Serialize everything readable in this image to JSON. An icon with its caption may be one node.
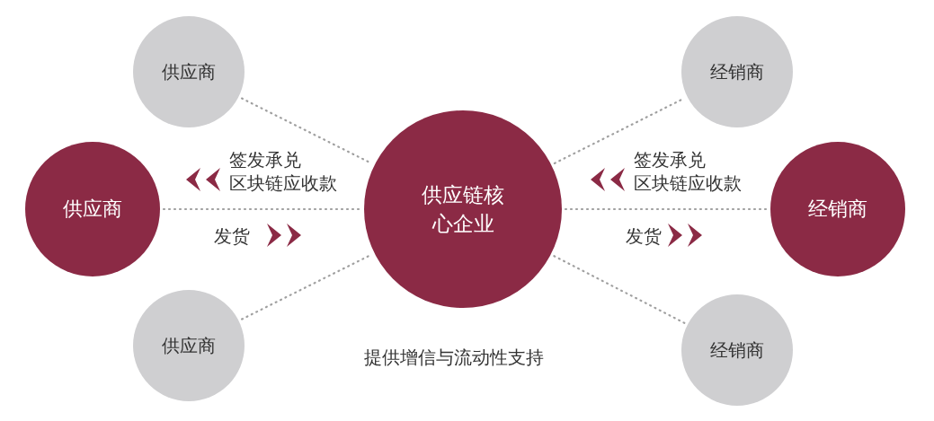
{
  "diagram": {
    "nodes": [
      {
        "text": [
          "供应商"
        ]
      },
      {
        "text": [
          "供应商"
        ]
      },
      {
        "text": [
          "供应商"
        ]
      },
      {
        "text": [
          "供应链核心企业"
        ]
      },
      {
        "text": [
          "经销商"
        ]
      },
      {
        "text": [
          "经销商"
        ]
      },
      {
        "text": [
          "经销商"
        ]
      }
    ],
    "edges": [
      {
        "from": 0,
        "to": 3,
        "arrow": "none"
      },
      {
        "from": 1,
        "to": 3,
        "arrow": "none"
      },
      {
        "from": 2,
        "to": 3,
        "arrow": "none"
      },
      {
        "from": 3,
        "to": 4,
        "arrow": "none"
      },
      {
        "from": 3,
        "to": 5,
        "arrow": "none"
      },
      {
        "from": 3,
        "to": 6,
        "arrow": "none"
      }
    ],
    "labels": [
      "签发承兑",
      "区块链应收款",
      "发货",
      "签发承兑",
      "区块链应收款",
      "发货",
      "提供增信与流动性支持"
    ]
  }
}
